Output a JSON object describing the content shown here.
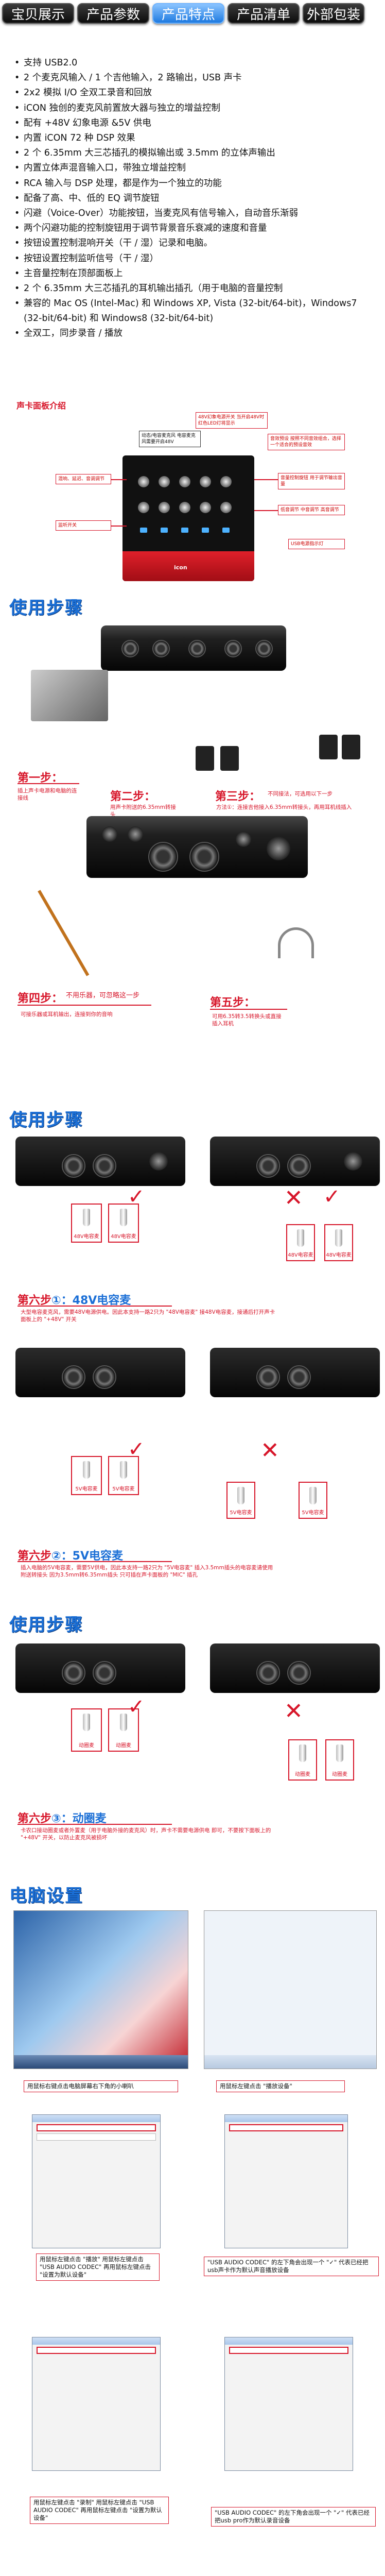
{
  "nav": {
    "tabs": [
      {
        "label": "宝贝展示",
        "active": false
      },
      {
        "label": "产品参数",
        "active": false
      },
      {
        "label": "产品特点",
        "active": true
      },
      {
        "label": "产品清单",
        "active": false
      },
      {
        "label": "外部包装",
        "active": false
      }
    ]
  },
  "features": [
    "支持 USB2.0",
    "2 个麦克风输入 / 1 个吉他输入，2 路输出，USB 声卡",
    "2x2 模拟 I/O 全双工录音和回放",
    "iCON 独创的麦克风前置放大器与独立的增益控制",
    "配有 +48V 幻象电源 &5V 供电",
    "内置 iCON 72 种 DSP 效果",
    "2 个 6.35mm 大三芯插孔的模拟输出或 3.5mm 的立体声输出",
    "内置立体声混音输入口，带独立增益控制",
    "RCA 输入与 DSP 处理，都是作为一个独立的功能",
    "配备了高、中、低的 EQ 调节旋钮",
    "闪避（Voice-Over）功能按钮，当麦克风有信号输入，自动音乐渐弱",
    "两个闪避功能的控制旋钮用于调节背景音乐衰减的速度和音量",
    "按钮设置控制混响开关（干 / 湿）记录和电脑。",
    "按钮设置控制监听信号（干 / 湿）",
    "主音量控制在顶部面板上",
    "2 个 6.35mm 大三芯插孔的耳机输出插孔（用于电脑的音量控制",
    "兼容的 Mac OS (Intel-Mac) 和 Windows XP, Vista (32-bit/64-bit)，Windows7 (32-bit/64-bit) 和 Windows8 (32-bit/64-bit)",
    "全双工，同步录音 / 播放"
  ],
  "diagram": {
    "heading": "声卡面板介绍",
    "logo": "icon",
    "callouts": [
      "48V幻象电源开关 当开启48V时红色LED灯将显示",
      "音效预设 按照不同音效组合，选择一个适合的预设音效",
      "动态/电容麦克风 电容麦克风需要开启48V",
      "混响、延迟、音调调节",
      "音量控制旋钮 用于调节输出音量",
      "低音调节 中音调节 高音调节",
      "监听开关",
      "USB电源指示灯"
    ]
  },
  "sections": {
    "usage1": "使用步骤",
    "usage2": "使用步骤",
    "usage3": "使用步骤",
    "usage4": "使用步骤",
    "pc": "电脑设置"
  },
  "steps": {
    "s1_title": "第一步：",
    "s1_desc": "插上声卡电源和电脑的连接线",
    "s2_title": "第二步：",
    "s2_desc": "用声卡附送的6.35mm转接头",
    "s3_title": "第三步：",
    "s3_note": "不同接法，可选用以下一步",
    "s3_desc": "方法①：连接吉他接入6.35mm转接头，再用耳机线插入",
    "s4_title": "第四步：",
    "s4_note": "不用乐器，可忽略这一步",
    "s4_desc": "可接乐器或耳机输出，连接到你的音响",
    "s5_title": "第五步：",
    "s5_desc": "可用6.35转3.5转换头或直接插入耳机"
  },
  "step6": [
    {
      "title": "第六步",
      "num": "①：",
      "mic": "48V电容麦",
      "desc": "大型电容麦克风，需要48V电源供电。因此本支持一路2只为 \"48V电容麦\" 接48V电容麦，接通后打开声卡面板上的 \"+48V\" 开关",
      "box_label": "48V电容麦"
    },
    {
      "title": "第六步",
      "num": "②：",
      "mic": "5V电容麦",
      "desc": "插入电脑的5V电容麦，需要5V供电，因此本支持一路2只为 \"5V电容麦\" 插入3.5mm插头的电容麦请使用附送转接头 因为3.5mm转6.35mm插头 只可插在声卡面板的 \"MIC\" 插孔",
      "box_label": "5V电容麦"
    },
    {
      "title": "第六步",
      "num": "③：",
      "mic": "动圈麦",
      "desc": "卡农口接动圈麦或者外置麦（用于电脑外接的麦克风）时，声卡不需要电源供电 即可，不要按下面板上的 \"+48V\" 开关，以防止麦克风被损坏",
      "box_label": "动圈麦"
    }
  ],
  "pc": {
    "note1": "用鼠标右键点击电脑屏幕右下角的小喇叭",
    "note2": "用鼠标左键点击 \"播放设备\"",
    "note3": "用鼠标左键点击 \"播放\" 用鼠标左键点击 \"USB AUDIO CODEC\" 再用鼠标左键点击 \"设置为默认设备\"",
    "note4": "\"USB AUDIO CODEC\" 的左下角会出现一个 \"✓\" 代表已经把usb声卡作为默认声音播放设备",
    "note5": "用鼠标左键点击 \"录制\" 用鼠标左键点击 \"USB AUDIO CODEC\" 再用鼠标左键点击 \"设置为默认设备\"",
    "note6": "\"USB AUDIO CODEC\" 的左下角会出现一个 \"✓\" 代表已经把usb pro作为默认录音设备"
  },
  "colors": {
    "accent_red": "#d7162a",
    "accent_blue": "#1b6fd6",
    "tab_active": "#1e7ae0"
  }
}
